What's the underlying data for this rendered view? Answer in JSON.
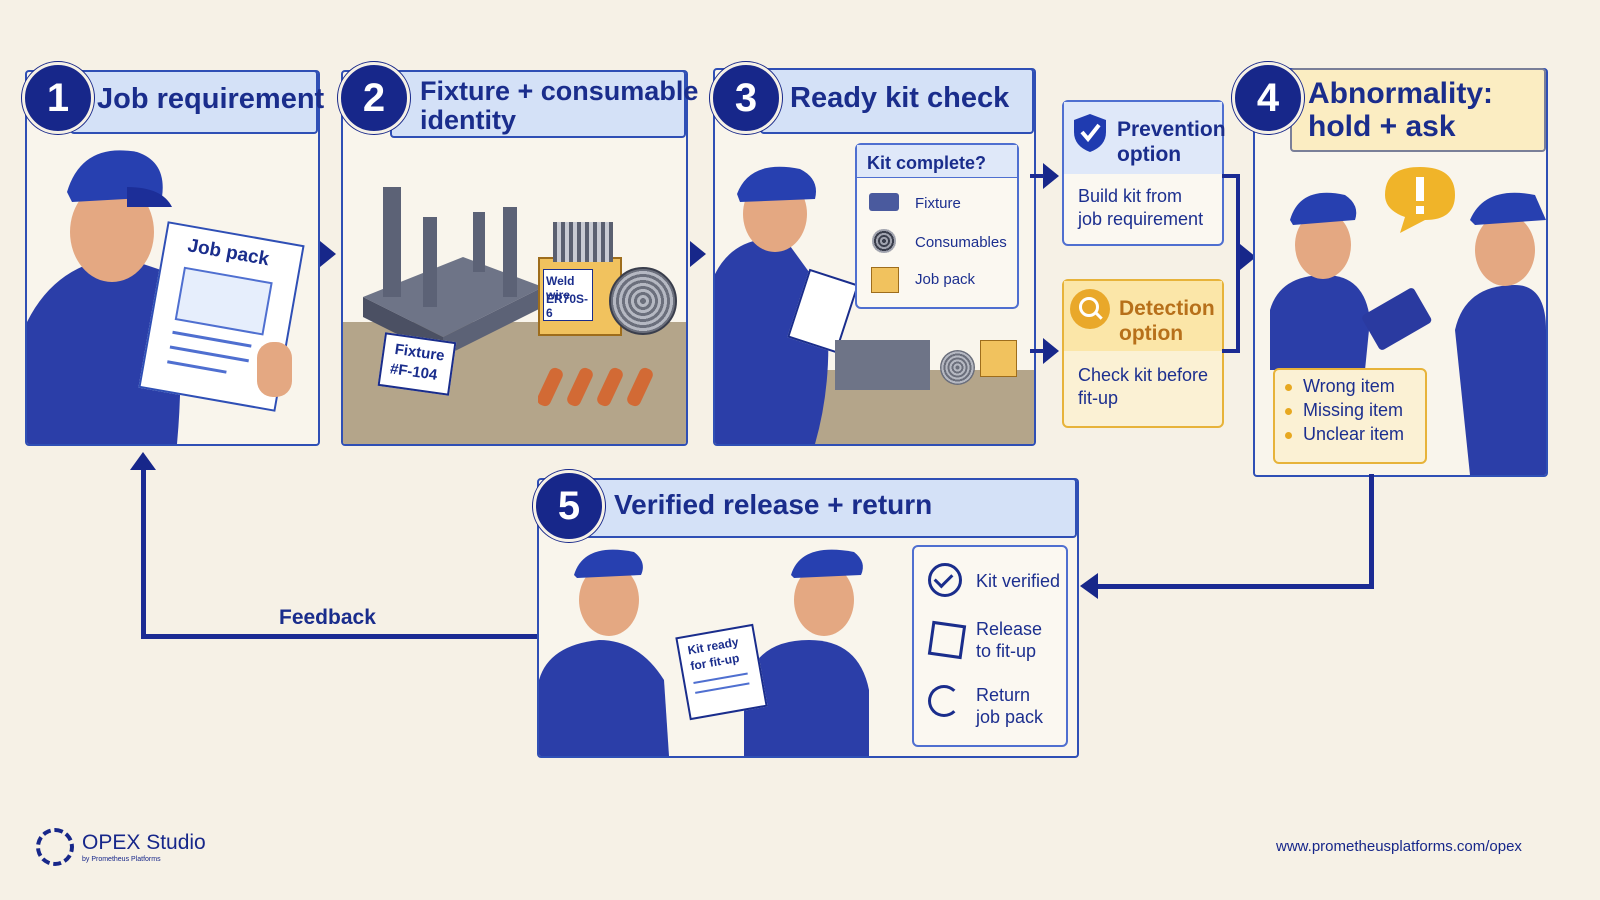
{
  "steps": {
    "s1": {
      "num": "1",
      "title": "Job requirement",
      "doc_label": "Job pack"
    },
    "s2": {
      "num": "2",
      "title_line1": "Fixture + consumable",
      "title_line2": "identity",
      "box_label_line1": "Weld wire",
      "box_label_line2": "ER70S-6",
      "tag_line1": "Fixture",
      "tag_line2": "#F-104"
    },
    "s3": {
      "num": "3",
      "title": "Ready kit check",
      "checklist_title": "Kit complete?",
      "items": [
        "Fixture",
        "Consumables",
        "Job pack"
      ]
    },
    "s4": {
      "num": "4",
      "title_line1": "Abnormality:",
      "title_line2": "hold + ask",
      "bullets": [
        "Wrong item",
        "Missing item",
        "Unclear item"
      ]
    },
    "s5": {
      "num": "5",
      "title": "Verified release + return",
      "doc_line1": "Kit ready",
      "doc_line2": "for fit-up",
      "items": [
        {
          "line1": "Kit verified",
          "line2": ""
        },
        {
          "line1": "Release",
          "line2": "to fit-up"
        },
        {
          "line1": "Return",
          "line2": "job pack"
        }
      ]
    }
  },
  "options": {
    "prevention": {
      "title_line1": "Prevention",
      "title_line2": "option",
      "desc_line1": "Build kit from",
      "desc_line2": "job requirement"
    },
    "detection": {
      "title_line1": "Detection",
      "title_line2": "option",
      "desc_line1": "Check kit before",
      "desc_line2": "fit-up"
    }
  },
  "feedback_label": "Feedback",
  "footer": {
    "brand": "OPEX Studio",
    "brand_sub": "by Prometheus Platforms",
    "url": "www.prometheusplatforms.com/opex"
  },
  "colors": {
    "navy": "#17278a",
    "header_blue": "#d4e1f7",
    "accent_yellow": "#e7b33a",
    "background": "#f6f1e6"
  }
}
